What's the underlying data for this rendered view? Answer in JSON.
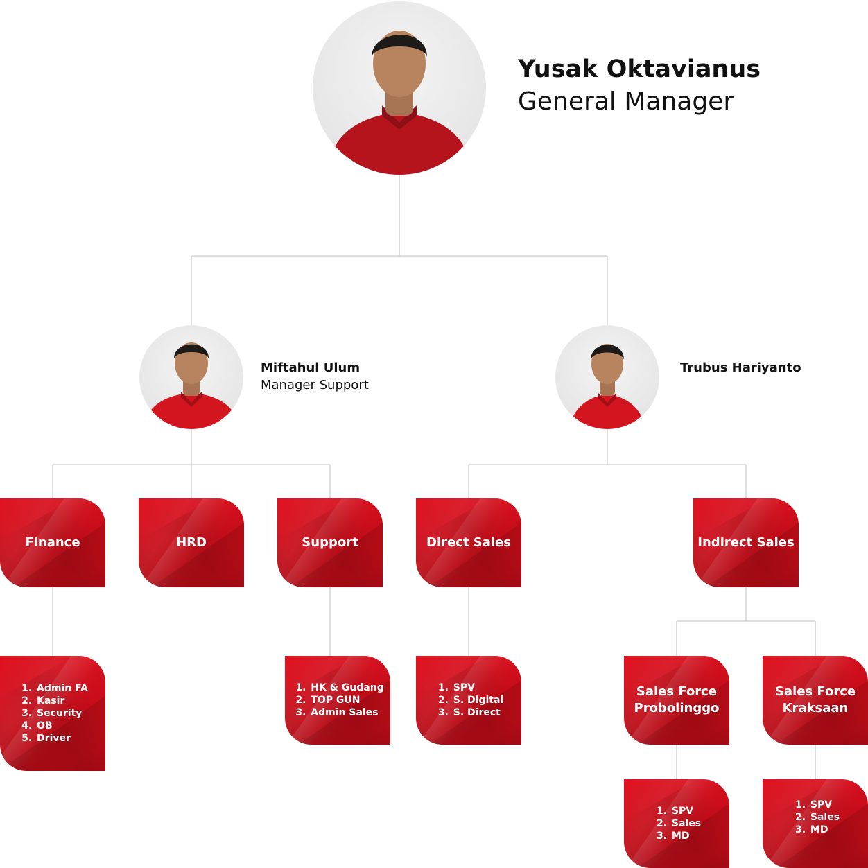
{
  "people": {
    "gm": {
      "name": "Yusak Oktavianus",
      "title": "General Manager"
    },
    "support_manager": {
      "name": "Miftahul Ulum",
      "title": "Manager Support"
    },
    "sales_manager": {
      "name": "Trubus Hariyanto"
    }
  },
  "units": {
    "finance": "Finance",
    "hrd": "HRD",
    "support": "Support",
    "direct_sales": "Direct Sales",
    "indirect_sales": "Indirect Sales",
    "sf_probolinggo": [
      "Sales Force",
      "Probolinggo"
    ],
    "sf_kraksaan": [
      "Sales Force",
      "Kraksaan"
    ]
  },
  "lists": {
    "finance": [
      "Admin FA",
      "Kasir",
      "Security",
      "OB",
      "Driver"
    ],
    "support": [
      "HK & Gudang",
      "TOP GUN",
      "Admin Sales"
    ],
    "direct_sales": [
      "SPV",
      "S. Digital",
      "S. Direct"
    ],
    "sf_probolinggo": [
      "SPV",
      "Sales",
      "MD"
    ],
    "sf_kraksaan": [
      "SPV",
      "Sales",
      "MD"
    ]
  },
  "colors": {
    "brand_red": "#c80d19",
    "shirt_red": "#b5141d",
    "connector": "#c9c9c9"
  },
  "icons": {
    "avatar": "person-photo-icon"
  }
}
